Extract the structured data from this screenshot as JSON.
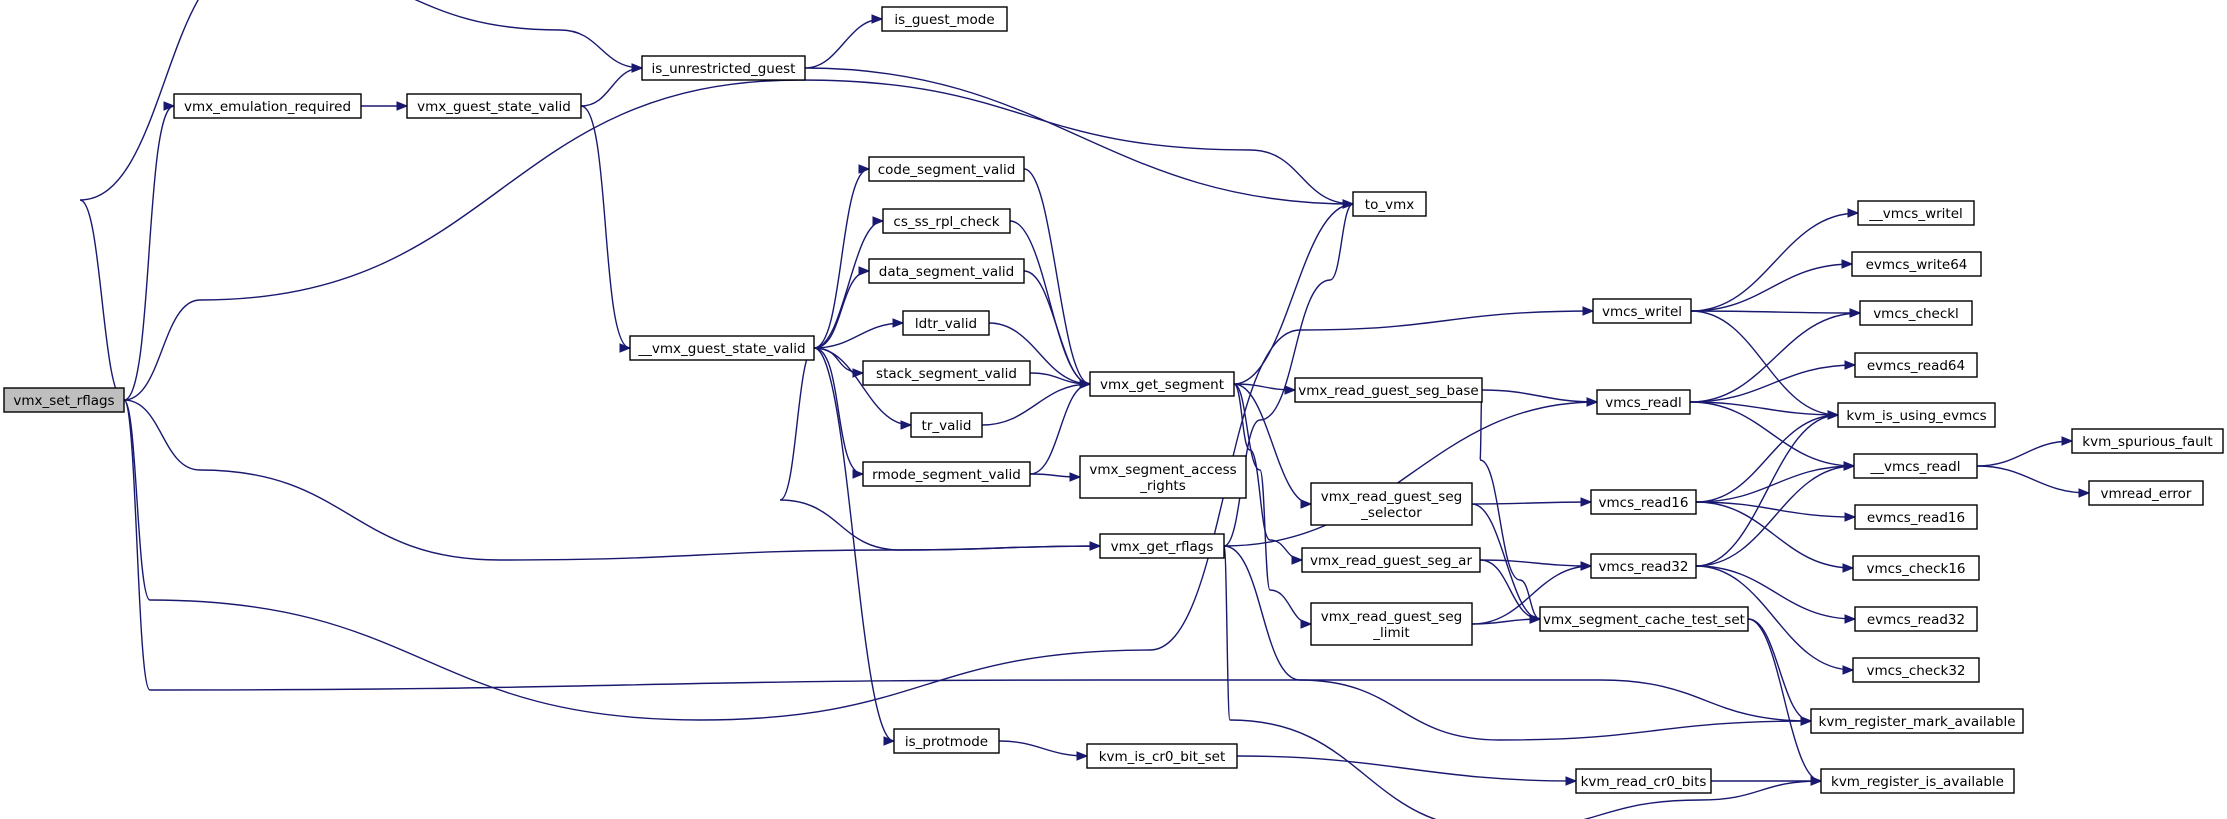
{
  "diagram": {
    "type": "call-graph",
    "nodes": [
      {
        "id": "vmx_set_rflags",
        "lines": [
          "vmx_set_rflags"
        ],
        "highlight": true
      },
      {
        "id": "vmx_emulation_required",
        "lines": [
          "vmx_emulation_required"
        ]
      },
      {
        "id": "vmx_guest_state_valid",
        "lines": [
          "vmx_guest_state_valid"
        ]
      },
      {
        "id": "is_unrestricted_guest",
        "lines": [
          "is_unrestricted_guest"
        ]
      },
      {
        "id": "is_guest_mode",
        "lines": [
          "is_guest_mode"
        ]
      },
      {
        "id": "__vmx_guest_state_valid",
        "lines": [
          "__vmx_guest_state_valid"
        ]
      },
      {
        "id": "code_segment_valid",
        "lines": [
          "code_segment_valid"
        ]
      },
      {
        "id": "cs_ss_rpl_check",
        "lines": [
          "cs_ss_rpl_check"
        ]
      },
      {
        "id": "data_segment_valid",
        "lines": [
          "data_segment_valid"
        ]
      },
      {
        "id": "ldtr_valid",
        "lines": [
          "ldtr_valid"
        ]
      },
      {
        "id": "stack_segment_valid",
        "lines": [
          "stack_segment_valid"
        ]
      },
      {
        "id": "tr_valid",
        "lines": [
          "tr_valid"
        ]
      },
      {
        "id": "rmode_segment_valid",
        "lines": [
          "rmode_segment_valid"
        ]
      },
      {
        "id": "is_protmode",
        "lines": [
          "is_protmode"
        ]
      },
      {
        "id": "vmx_get_segment",
        "lines": [
          "vmx_get_segment"
        ]
      },
      {
        "id": "vmx_segment_access_rights",
        "lines": [
          "vmx_segment_access",
          "_rights"
        ]
      },
      {
        "id": "vmx_get_rflags",
        "lines": [
          "vmx_get_rflags"
        ]
      },
      {
        "id": "kvm_is_cr0_bit_set",
        "lines": [
          "kvm_is_cr0_bit_set"
        ]
      },
      {
        "id": "to_vmx",
        "lines": [
          "to_vmx"
        ]
      },
      {
        "id": "vmx_read_guest_seg_base",
        "lines": [
          "vmx_read_guest_seg_base"
        ]
      },
      {
        "id": "vmx_read_guest_seg_selector",
        "lines": [
          "vmx_read_guest_seg",
          "_selector"
        ]
      },
      {
        "id": "vmx_read_guest_seg_ar",
        "lines": [
          "vmx_read_guest_seg_ar"
        ]
      },
      {
        "id": "vmx_read_guest_seg_limit",
        "lines": [
          "vmx_read_guest_seg",
          "_limit"
        ]
      },
      {
        "id": "vmcs_writel",
        "lines": [
          "vmcs_writel"
        ]
      },
      {
        "id": "vmcs_readl",
        "lines": [
          "vmcs_readl"
        ]
      },
      {
        "id": "vmcs_read16",
        "lines": [
          "vmcs_read16"
        ]
      },
      {
        "id": "vmcs_read32",
        "lines": [
          "vmcs_read32"
        ]
      },
      {
        "id": "vmx_segment_cache_test_set",
        "lines": [
          "vmx_segment_cache_test_set"
        ]
      },
      {
        "id": "kvm_read_cr0_bits",
        "lines": [
          "kvm_read_cr0_bits"
        ]
      },
      {
        "id": "__vmcs_writel",
        "lines": [
          "__vmcs_writel"
        ]
      },
      {
        "id": "evmcs_write64",
        "lines": [
          "evmcs_write64"
        ]
      },
      {
        "id": "vmcs_checkl",
        "lines": [
          "vmcs_checkl"
        ]
      },
      {
        "id": "evmcs_read64",
        "lines": [
          "evmcs_read64"
        ]
      },
      {
        "id": "kvm_is_using_evmcs",
        "lines": [
          "kvm_is_using_evmcs"
        ]
      },
      {
        "id": "__vmcs_readl",
        "lines": [
          "__vmcs_readl"
        ]
      },
      {
        "id": "evmcs_read16",
        "lines": [
          "evmcs_read16"
        ]
      },
      {
        "id": "vmcs_check16",
        "lines": [
          "vmcs_check16"
        ]
      },
      {
        "id": "evmcs_read32",
        "lines": [
          "evmcs_read32"
        ]
      },
      {
        "id": "vmcs_check32",
        "lines": [
          "vmcs_check32"
        ]
      },
      {
        "id": "kvm_register_mark_available",
        "lines": [
          "kvm_register_mark_available"
        ]
      },
      {
        "id": "kvm_register_is_available",
        "lines": [
          "kvm_register_is_available"
        ]
      },
      {
        "id": "kvm_spurious_fault",
        "lines": [
          "kvm_spurious_fault"
        ]
      },
      {
        "id": "vmread_error",
        "lines": [
          "vmread_error"
        ]
      }
    ],
    "edges": [
      [
        "vmx_set_rflags",
        "vmx_emulation_required"
      ],
      [
        "vmx_set_rflags",
        "is_unrestricted_guest"
      ],
      [
        "vmx_set_rflags",
        "to_vmx"
      ],
      [
        "vmx_set_rflags",
        "vmx_get_rflags"
      ],
      [
        "vmx_set_rflags",
        "vmcs_writel"
      ],
      [
        "vmx_set_rflags",
        "kvm_register_mark_available"
      ],
      [
        "vmx_emulation_required",
        "vmx_guest_state_valid"
      ],
      [
        "vmx_guest_state_valid",
        "is_unrestricted_guest"
      ],
      [
        "vmx_guest_state_valid",
        "__vmx_guest_state_valid"
      ],
      [
        "is_unrestricted_guest",
        "is_guest_mode"
      ],
      [
        "is_unrestricted_guest",
        "to_vmx"
      ],
      [
        "__vmx_guest_state_valid",
        "code_segment_valid"
      ],
      [
        "__vmx_guest_state_valid",
        "cs_ss_rpl_check"
      ],
      [
        "__vmx_guest_state_valid",
        "data_segment_valid"
      ],
      [
        "__vmx_guest_state_valid",
        "ldtr_valid"
      ],
      [
        "__vmx_guest_state_valid",
        "stack_segment_valid"
      ],
      [
        "__vmx_guest_state_valid",
        "tr_valid"
      ],
      [
        "__vmx_guest_state_valid",
        "rmode_segment_valid"
      ],
      [
        "__vmx_guest_state_valid",
        "vmx_get_rflags"
      ],
      [
        "__vmx_guest_state_valid",
        "is_protmode"
      ],
      [
        "code_segment_valid",
        "vmx_get_segment"
      ],
      [
        "cs_ss_rpl_check",
        "vmx_get_segment"
      ],
      [
        "data_segment_valid",
        "vmx_get_segment"
      ],
      [
        "ldtr_valid",
        "vmx_get_segment"
      ],
      [
        "stack_segment_valid",
        "vmx_get_segment"
      ],
      [
        "tr_valid",
        "vmx_get_segment"
      ],
      [
        "rmode_segment_valid",
        "vmx_get_segment"
      ],
      [
        "rmode_segment_valid",
        "vmx_segment_access_rights"
      ],
      [
        "is_protmode",
        "kvm_is_cr0_bit_set"
      ],
      [
        "kvm_is_cr0_bit_set",
        "kvm_read_cr0_bits"
      ],
      [
        "vmx_get_segment",
        "to_vmx"
      ],
      [
        "vmx_get_segment",
        "vmx_read_guest_seg_base"
      ],
      [
        "vmx_get_segment",
        "vmx_read_guest_seg_selector"
      ],
      [
        "vmx_get_segment",
        "vmx_read_guest_seg_ar"
      ],
      [
        "vmx_get_segment",
        "vmx_read_guest_seg_limit"
      ],
      [
        "vmx_get_rflags",
        "to_vmx"
      ],
      [
        "vmx_get_rflags",
        "vmcs_readl"
      ],
      [
        "vmx_get_rflags",
        "kvm_register_mark_available"
      ],
      [
        "vmx_get_rflags",
        "kvm_register_is_available"
      ],
      [
        "vmx_read_guest_seg_base",
        "vmcs_readl"
      ],
      [
        "vmx_read_guest_seg_base",
        "vmx_segment_cache_test_set"
      ],
      [
        "vmx_read_guest_seg_selector",
        "vmcs_read16"
      ],
      [
        "vmx_read_guest_seg_selector",
        "vmx_segment_cache_test_set"
      ],
      [
        "vmx_read_guest_seg_ar",
        "vmcs_read32"
      ],
      [
        "vmx_read_guest_seg_ar",
        "vmx_segment_cache_test_set"
      ],
      [
        "vmx_read_guest_seg_limit",
        "vmcs_read32"
      ],
      [
        "vmx_read_guest_seg_limit",
        "vmx_segment_cache_test_set"
      ],
      [
        "vmcs_writel",
        "__vmcs_writel"
      ],
      [
        "vmcs_writel",
        "evmcs_write64"
      ],
      [
        "vmcs_writel",
        "vmcs_checkl"
      ],
      [
        "vmcs_writel",
        "kvm_is_using_evmcs"
      ],
      [
        "vmcs_readl",
        "vmcs_checkl"
      ],
      [
        "vmcs_readl",
        "evmcs_read64"
      ],
      [
        "vmcs_readl",
        "kvm_is_using_evmcs"
      ],
      [
        "vmcs_readl",
        "__vmcs_readl"
      ],
      [
        "vmcs_read16",
        "kvm_is_using_evmcs"
      ],
      [
        "vmcs_read16",
        "__vmcs_readl"
      ],
      [
        "vmcs_read16",
        "evmcs_read16"
      ],
      [
        "vmcs_read16",
        "vmcs_check16"
      ],
      [
        "vmcs_read32",
        "kvm_is_using_evmcs"
      ],
      [
        "vmcs_read32",
        "__vmcs_readl"
      ],
      [
        "vmcs_read32",
        "evmcs_read32"
      ],
      [
        "vmcs_read32",
        "vmcs_check32"
      ],
      [
        "vmx_segment_cache_test_set",
        "kvm_register_mark_available"
      ],
      [
        "vmx_segment_cache_test_set",
        "kvm_register_is_available"
      ],
      [
        "kvm_read_cr0_bits",
        "kvm_register_is_available"
      ],
      [
        "__vmcs_readl",
        "kvm_spurious_fault"
      ],
      [
        "__vmcs_readl",
        "vmread_error"
      ]
    ]
  }
}
